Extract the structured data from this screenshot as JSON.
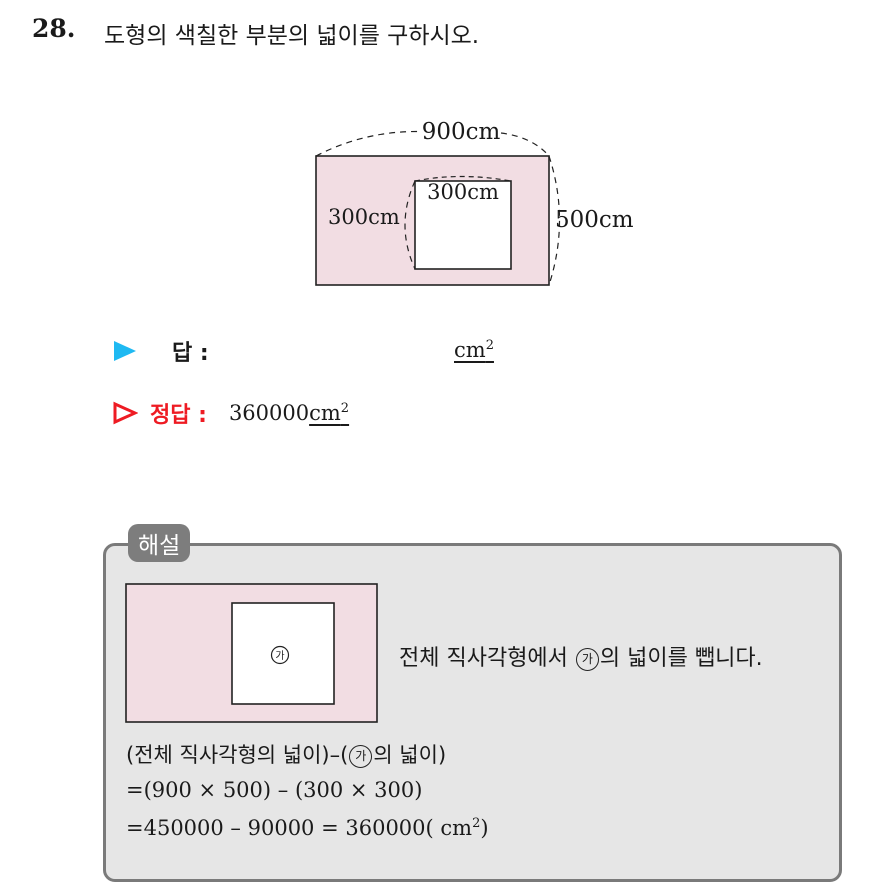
{
  "question": {
    "number": "28.",
    "text": "도형의 색칠한 부분의 넓이를 구하시오."
  },
  "figure": {
    "width_label": "900cm",
    "height_label": "500cm",
    "inner_width_label": "300cm",
    "inner_height_label": "300cm",
    "fill_color": "#f2dde3"
  },
  "answer": {
    "label": "답 :",
    "unit": "cm",
    "unit_exp": "2"
  },
  "correct_answer": {
    "label": "정답 :",
    "value": "360000",
    "unit": "cm",
    "unit_exp": "2",
    "color": "#ee1b23"
  },
  "solution": {
    "tag": "해설",
    "circle_label": "가",
    "desc_pre": "전체 직사각형에서 ",
    "desc_post": "의 넓이를 뺍니다.",
    "line1_pre": "(전체 직사각형의 넓이)–(",
    "line1_post": "의 넓이)",
    "line2": "=(900 × 500) – (300 × 300)",
    "line3_pre": "=450000 – 90000 = 360000( cm",
    "line3_exp": "2",
    "line3_post": ")"
  }
}
